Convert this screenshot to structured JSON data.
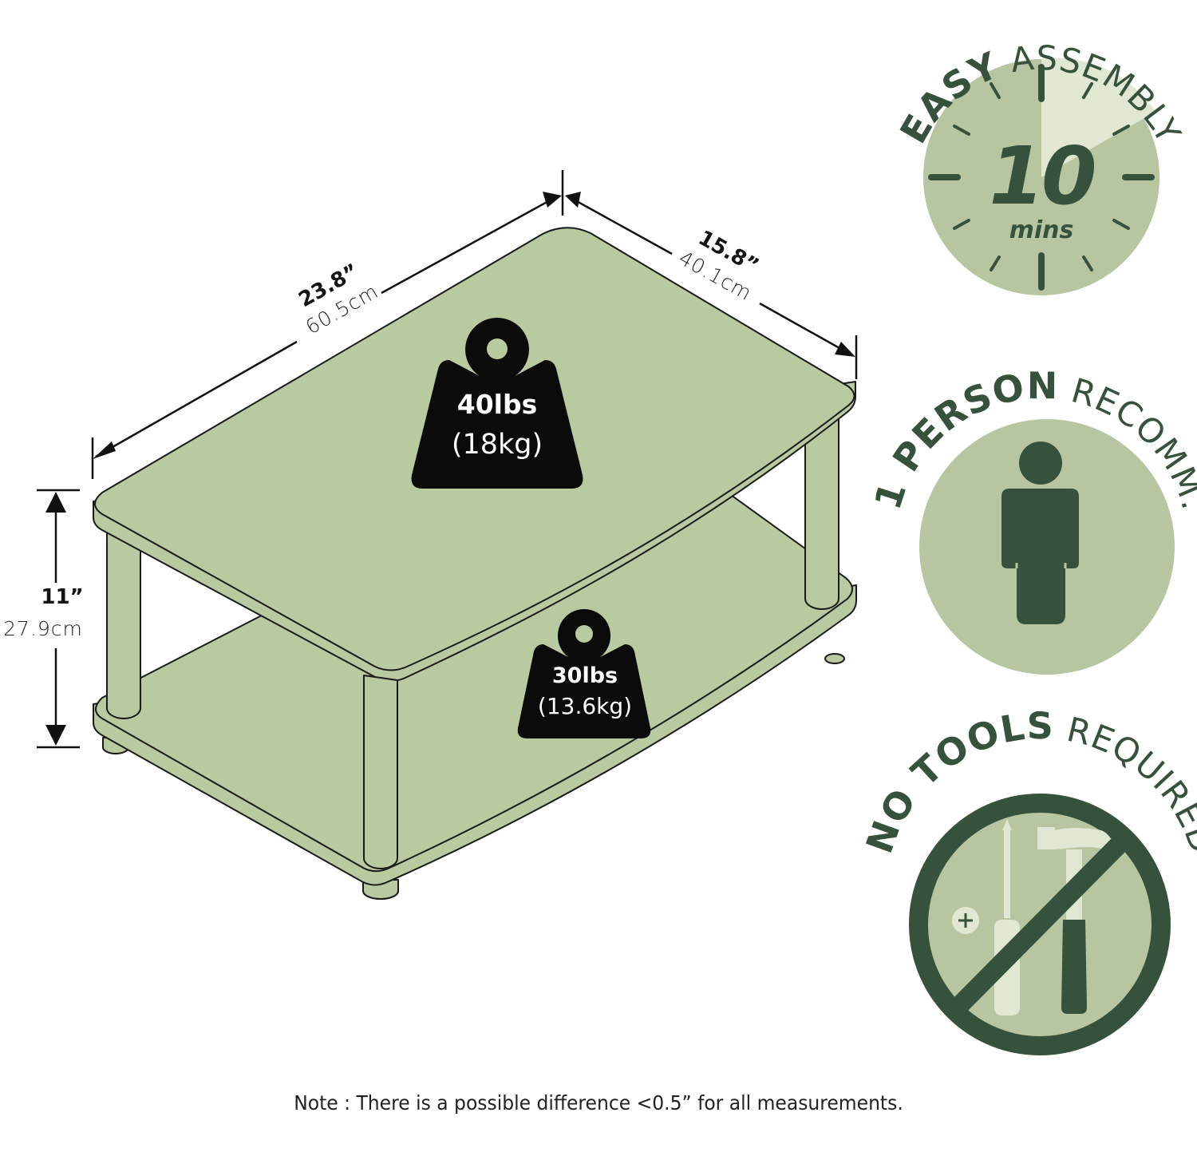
{
  "dimensions": {
    "width": {
      "imperial": "23.8”",
      "metric": "60.5cm"
    },
    "depth": {
      "imperial": "15.8”",
      "metric": "40.1cm"
    },
    "height": {
      "imperial": "11”",
      "metric": "27.9cm"
    }
  },
  "weights": {
    "top": {
      "imperial": "40lbs",
      "metric": "(18kg)"
    },
    "bottom": {
      "imperial": "30lbs",
      "metric": "(13.6kg)"
    }
  },
  "badges": {
    "assembly": {
      "bold": "EASY",
      "thin": "ASSEMBLY",
      "number": "10",
      "unit": "mins"
    },
    "person": {
      "bold": "1 PERSON",
      "thin": "RECOMM."
    },
    "tools": {
      "bold": "NO TOOLS",
      "thin": "REQUIRED"
    }
  },
  "note": "Note : There is a possible difference <0.5” for all measurements.",
  "colors": {
    "shelf": "#b9c9a0",
    "badge_circle": "#b7c6a1",
    "badge_dark": "#36513c",
    "badge_light": "#e0e7d2",
    "weight_icon": "#0b0b0b"
  }
}
